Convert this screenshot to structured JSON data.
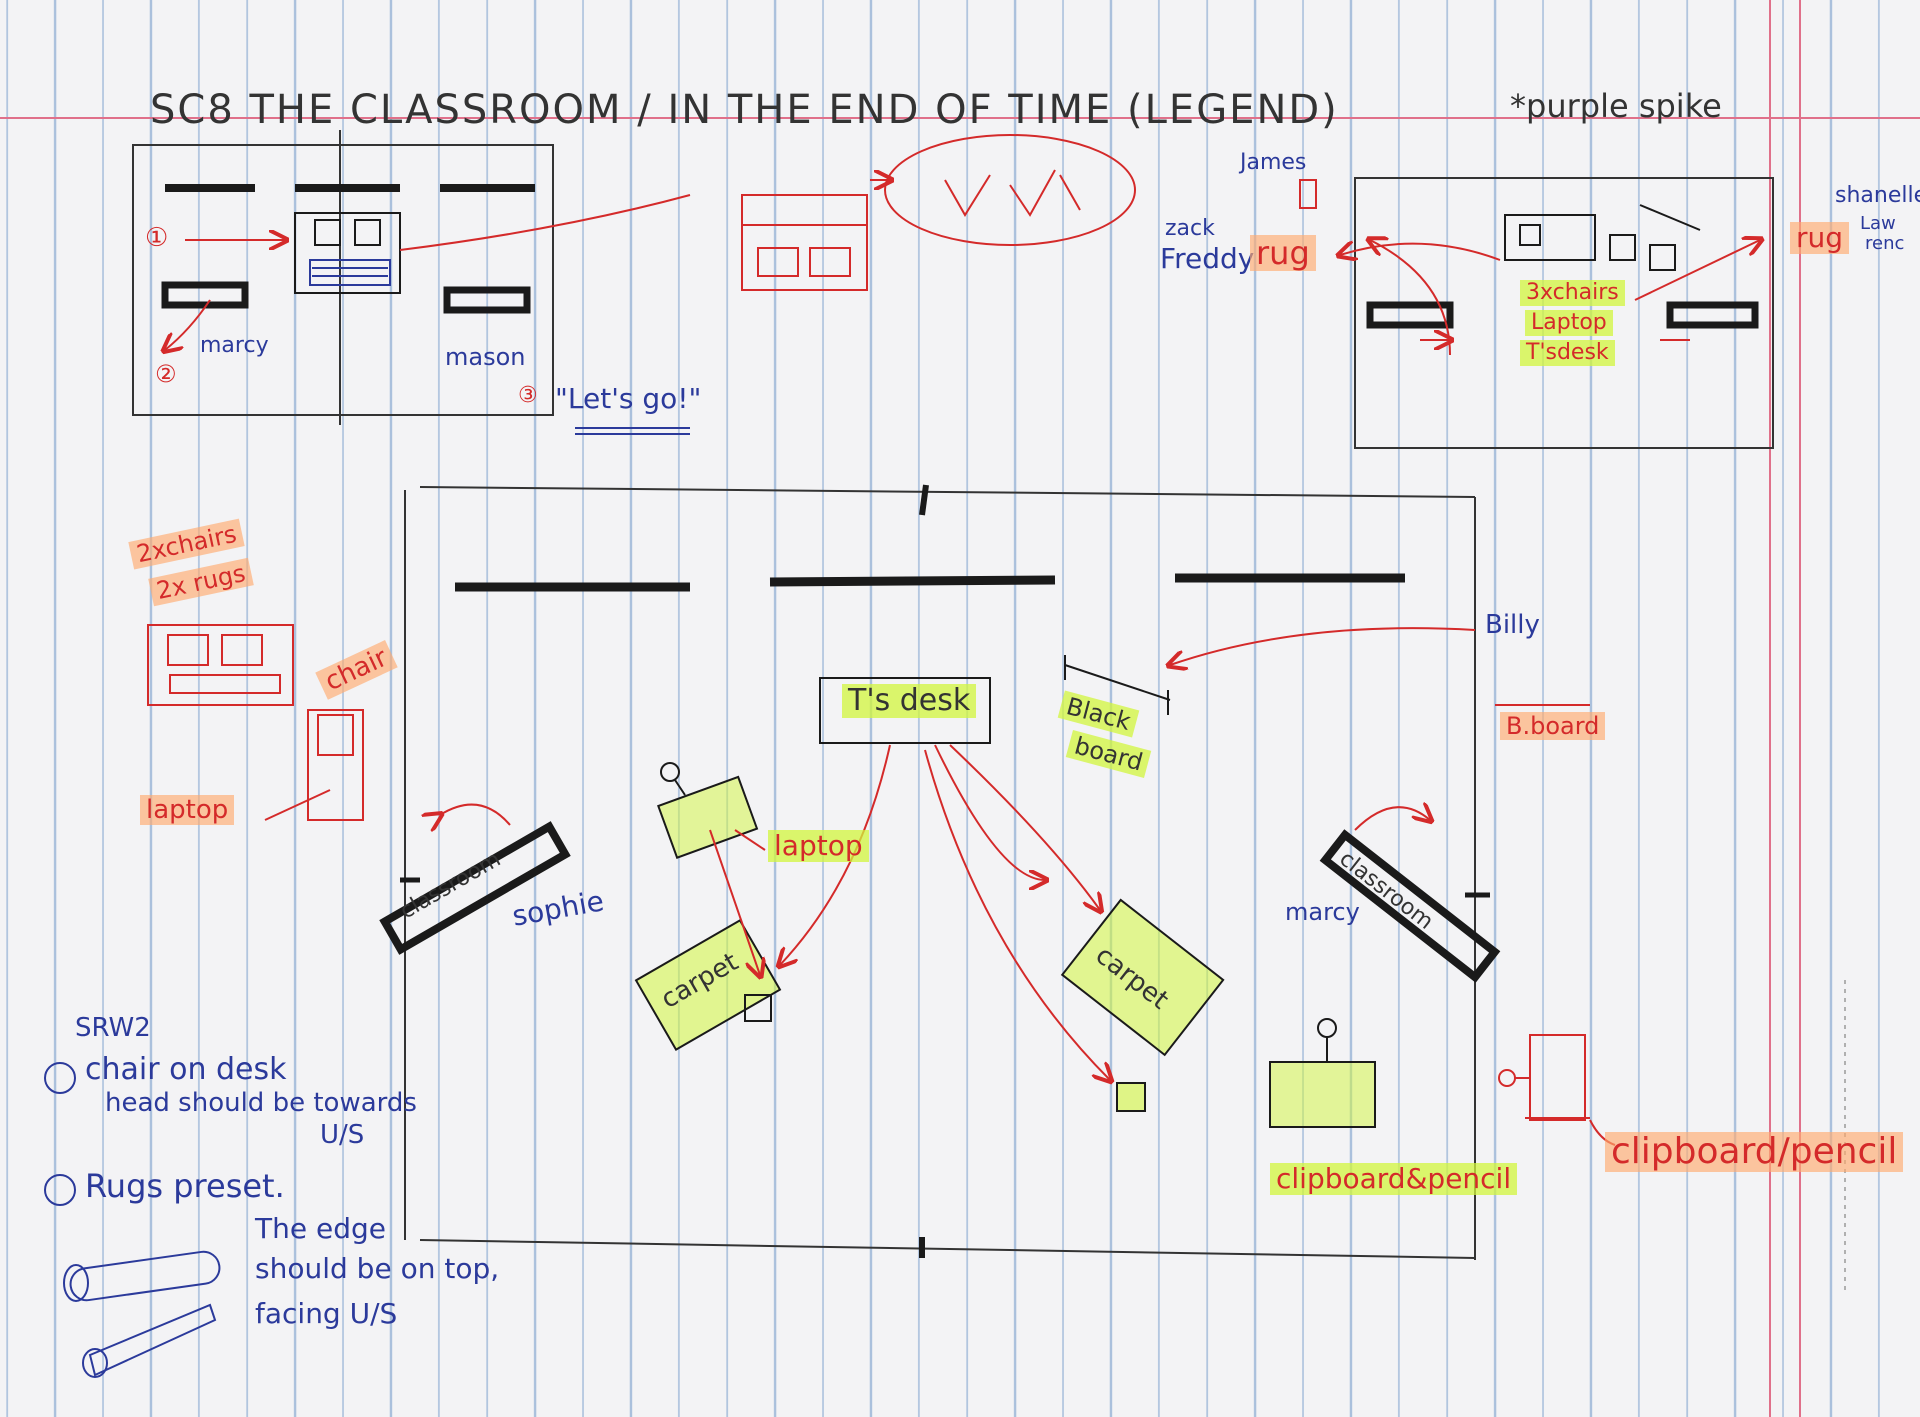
{
  "title": "SC8 THE CLASSROOM / IN THE END OF TIME (LEGEND)",
  "top_right_note": "*purple spike",
  "colors": {
    "ink_blue": "#2b3a9b",
    "ink_red": "#d42a2a",
    "ink_black": "#1a1a1a",
    "highlight_yellow": "#d2f53c",
    "highlight_orange": "#ffaa6e",
    "margin_pink": "#e0708a"
  },
  "top_left": {
    "num1": "①",
    "actor1": "marcy",
    "num2": "②",
    "actor2": "mason",
    "num3": "③",
    "line": "\"Let's go!\""
  },
  "top_right": {
    "james": "James",
    "zack": "zack",
    "freddy": "Freddy",
    "rug1": "rug",
    "rug2": "rug",
    "shanelle": "shanelle",
    "lawrence1": "Law",
    "lawrence2": "renc",
    "items": [
      "3xchairs",
      "Laptop",
      "T'sdesk"
    ]
  },
  "left_notes": {
    "chairs": "2xchairs",
    "rugs": "2x rugs",
    "chair": "chair",
    "laptop": "laptop"
  },
  "stage": {
    "t_desk": "T's desk",
    "blackboard1": "Black",
    "blackboard2": "board",
    "billy": "Billy",
    "b_board": "B.board",
    "classroom_left": "classroom",
    "classroom_right": "classroom",
    "sophie": "sophie",
    "marcy": "marcy",
    "laptop": "laptop",
    "carpet_left": "carpet",
    "carpet_right": "carpet",
    "clipboard_pencil": "clipboard&pencil",
    "clipboard_pencil_right": "clipboard/pencil"
  },
  "notes": {
    "header": "SRW2",
    "note1_a": "chair on desk",
    "note1_b": "head should be towards",
    "note1_c": "U/S",
    "note2": "Rugs preset.",
    "note3_a": "The edge",
    "note3_b": "should be on top,",
    "note3_c": "facing U/S"
  }
}
